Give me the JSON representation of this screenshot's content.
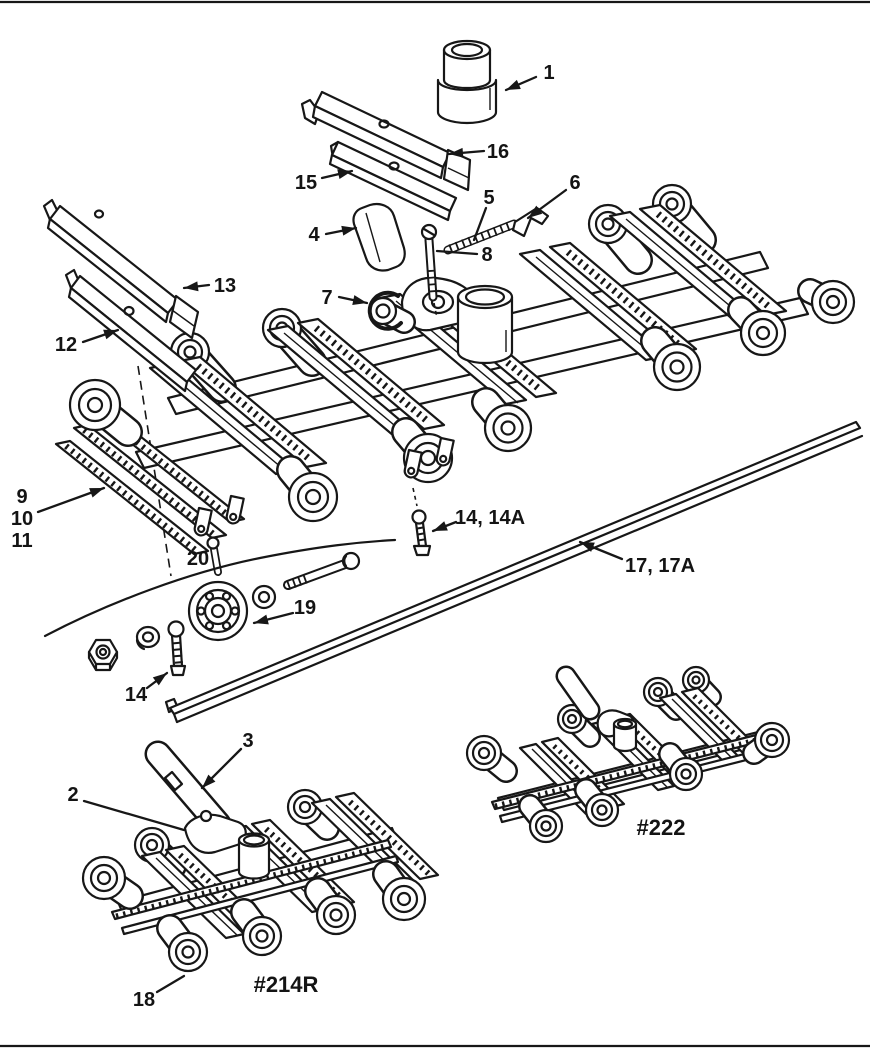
{
  "diagram": {
    "callouts": {
      "n1": "1",
      "n2": "2",
      "n3": "3",
      "n4": "4",
      "n5": "5",
      "n6": "6",
      "n7": "7",
      "n8": "8",
      "n9": "9",
      "n10": "10",
      "n11": "11",
      "n12": "12",
      "n13": "13",
      "n14": "14",
      "n14a": "14, 14A",
      "n15": "15",
      "n16": "16",
      "n17a": "17, 17A",
      "n18": "18",
      "n19": "19",
      "n20": "20",
      "model_left": "#214R",
      "model_right": "#222"
    }
  }
}
